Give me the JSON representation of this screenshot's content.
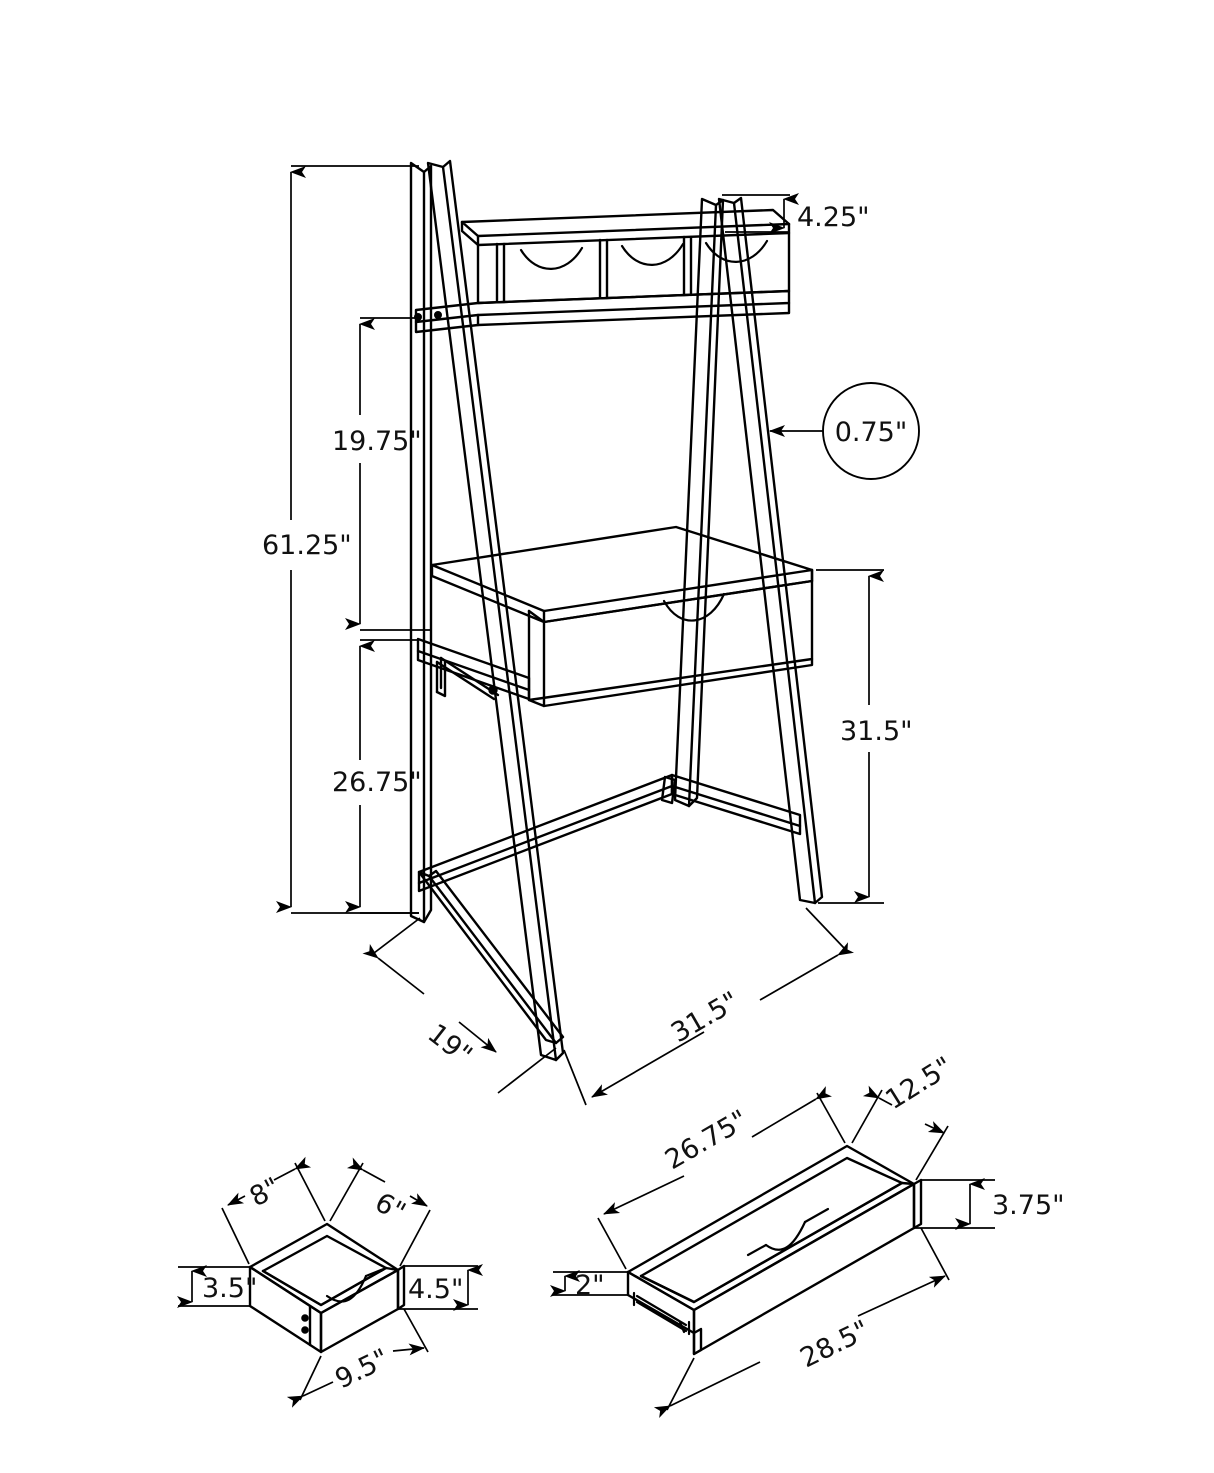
{
  "drawing": {
    "type": "furniture-dimension-drawing",
    "units": "inches",
    "product": "ladder desk with hutch shelf and drawer",
    "line_color": "#000000",
    "background_color": "#FFFFFF",
    "text_color": "#111111"
  },
  "main_view": {
    "name": "ladder-desk-assembly",
    "dimensions": {
      "overall_height": "61.25\"",
      "shelf_lip_height": "4.25\"",
      "upper_section_height": "19.75\"",
      "lower_section_height": "26.75\"",
      "desk_top_height": "31.5\"",
      "depth": "19\"",
      "width": "31.5\"",
      "material_thickness": "0.75\""
    }
  },
  "small_drawer_view": {
    "name": "small-cubby-drawer",
    "dimensions": {
      "top_width": "8\"",
      "top_depth": "6\"",
      "front_height": "3.5\"",
      "side_height": "4.5\"",
      "bottom_depth": "9.5\""
    }
  },
  "large_drawer_view": {
    "name": "large-desk-drawer",
    "dimensions": {
      "inner_width": "26.75\"",
      "inner_depth": "12.5\"",
      "side_height": "3.75\"",
      "front_height": "2\"",
      "outer_width": "28.5\""
    }
  },
  "labels": {
    "h_61_25": "61.25\"",
    "h_19_75": "19.75\"",
    "h_26_75": "26.75\"",
    "h_4_25": "4.25\"",
    "h_31_5": "31.5\"",
    "d_19": "19\"",
    "w_31_5": "31.5\"",
    "t_0_75": "0.75\"",
    "sd_8": "8\"",
    "sd_6": "6\"",
    "sd_3_5": "3.5\"",
    "sd_4_5": "4.5\"",
    "sd_9_5": "9.5\"",
    "ld_26_75": "26.75\"",
    "ld_12_5": "12.5\"",
    "ld_3_75": "3.75\"",
    "ld_2": "2\"",
    "ld_28_5": "28.5\""
  }
}
